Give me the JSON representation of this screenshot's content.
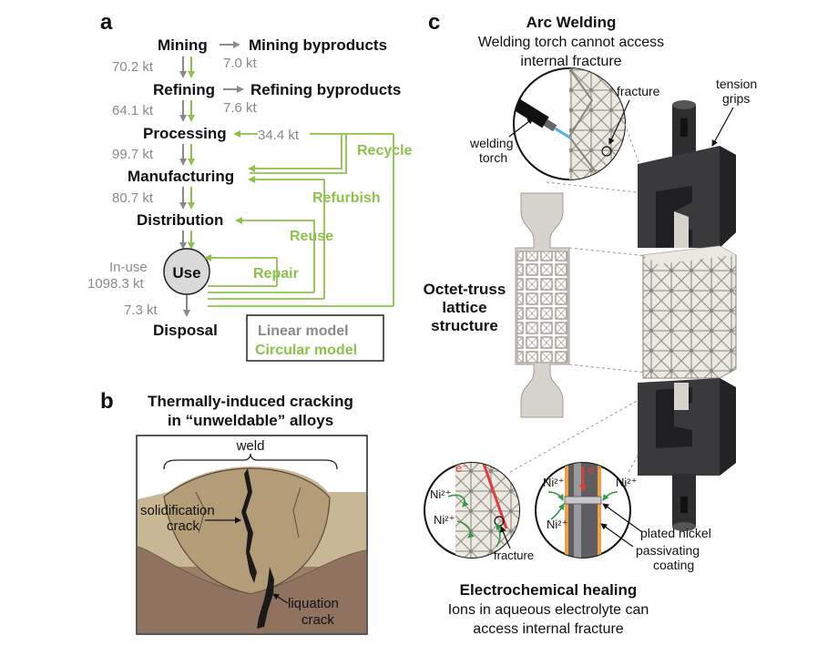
{
  "panel_a": {
    "letter": "a",
    "stages": {
      "mining": "Mining",
      "refining": "Refining",
      "processing": "Processing",
      "manufacturing": "Manufacturing",
      "distribution": "Distribution",
      "use": "Use",
      "disposal": "Disposal"
    },
    "byproducts": {
      "mining": "Mining byproducts",
      "mining_amount": "7.0 kt",
      "refining": "Refining byproducts",
      "refining_amount": "7.6 kt"
    },
    "flows": {
      "mining_refining": "70.2 kt",
      "refining_processing": "64.1 kt",
      "processing_manufacturing": "99.7 kt",
      "manufacturing_distribution": "80.7 kt",
      "in_use_label": "In-use",
      "in_use_amount": "1098.3 kt",
      "disposal": "7.3 kt",
      "recycle_amount": "34.4 kt"
    },
    "loops": {
      "recycle": "Recycle",
      "refurbish": "Refurbish",
      "reuse": "Reuse",
      "repair": "Repair"
    },
    "legend": {
      "linear": "Linear model",
      "circular": "Circular model"
    }
  },
  "panel_b": {
    "letter": "b",
    "title_line1": "Thermally-induced cracking",
    "title_line2": "in “unweldable” alloys",
    "weld": "weld",
    "solidification_line1": "solidification",
    "solidification_line2": "crack",
    "liquation_line1": "liquation",
    "liquation_line2": "crack"
  },
  "panel_c": {
    "letter": "c",
    "arc_title": "Arc Welding",
    "arc_sub1": "Welding torch cannot access",
    "arc_sub2": "internal fracture",
    "fracture_top": "fracture",
    "welding_line1": "welding",
    "welding_line2": "torch",
    "tension_line1": "tension",
    "tension_line2": "grips",
    "octet_line1": "Octet-truss",
    "octet_line2": "lattice",
    "octet_line3": "structure",
    "electron_left": "e⁻",
    "electron_right": "e⁻",
    "ni_1": "Ni²⁺",
    "ni_2": "Ni²⁺",
    "ni_3": "Ni²⁺",
    "ni_4": "Ni²⁺",
    "ni_5": "Ni²⁺",
    "fracture_bottom": "fracture",
    "plated_nickel": "plated nickel",
    "passivating_line1": "passivating",
    "passivating_line2": "coating",
    "electro_title": "Electrochemical healing",
    "electro_sub1": "Ions in aqueous electrolyte can",
    "electro_sub2": "access internal fracture"
  },
  "colors": {
    "linear_gray": "#8a8a8a",
    "circular_green": "#8cc24a",
    "grip_dark": "#3a3a3c",
    "lattice_light": "#d6d3cc",
    "sediment_tan": "#c8b794",
    "weld_brown": "#9a8068",
    "red_arrow": "#e03c3c",
    "green_ion": "#2e9a46"
  }
}
